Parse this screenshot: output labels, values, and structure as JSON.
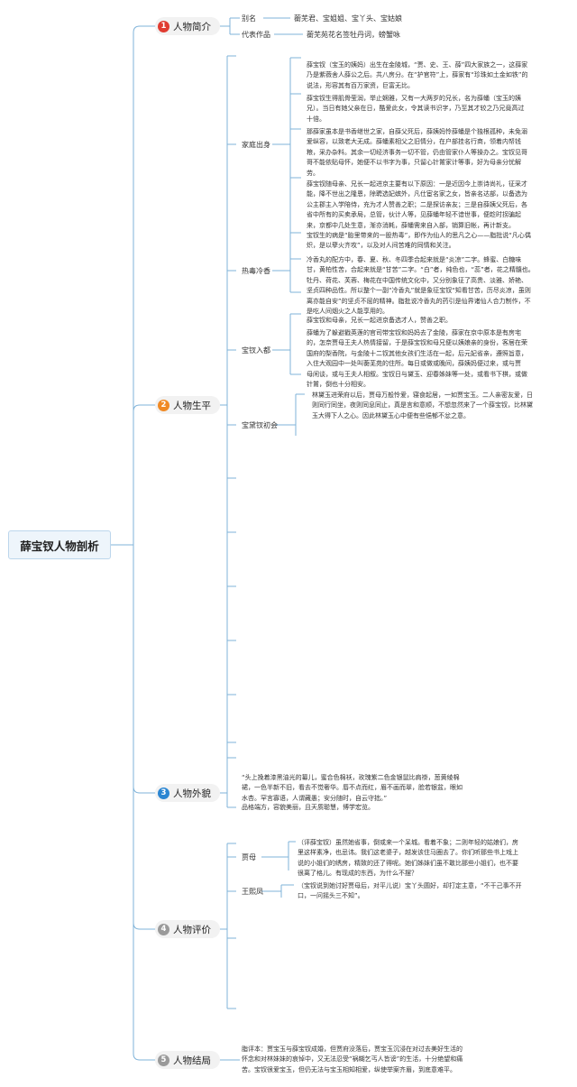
{
  "title": "薛宝钗人物剖析",
  "sections": [
    {
      "number": "1",
      "label": "人物简介",
      "color": "#e03c31"
    },
    {
      "number": "2",
      "label": "人物生平",
      "color": "#f08a24"
    },
    {
      "number": "3",
      "label": "人物外貌",
      "color": "#2b86d2"
    },
    {
      "number": "4",
      "label": "人物评价",
      "color": "#9a9a9a"
    },
    {
      "number": "5",
      "label": "人物结局",
      "color": "#9a9a9a"
    }
  ],
  "intro": {
    "alias_label": "别名",
    "alias_value": "蘅芜君、宝姐姐、宝丫头、宝姑娘",
    "works_label": "代表作品",
    "works_value": "蘅芜苑花名签牡丹词，螃蟹咏"
  },
  "life": {
    "family_label": "家庭出身",
    "family_paras": [
      "薛宝钗（宝玉的姨妈）出生在金陵城，“贾、史、王、薛”四大家族之一，这薛家\n乃是紫薇舍人薛公之后。共八房分。在“护官符”上，薛家有“珍珠如土金如铁”的\n说法，形容其有百万家资，巨富无比。",
      "薛宝钗生得肌骨莹润，举止娴雅，又有一大两岁的兄长，名为薛蟠（宝玉的姨\n兄）。当日有她父亲在日，酷爱此女，令其读书识字，乃至其才较之乃兄竟高过\n十倍。",
      "那薛家虽本是书香继世之家，自薛父死后，薛姨妈怜薛蟠是个独根孤种，未免溺\n爱纵容，以致老大无成。薛蟠素相父之旧情分，在户部挂名行商，领着内帑钱\n粮，采办杂料。其余一切经济事务一切不管，仍由管家仆人等操办之。宝钗见哥\n哥不能依贴母怀，她便不以书字为事，只留心针黹家计等事，好为母亲分忧解\n劳。",
      "薛宝钗随母亲、兄长一起进京主要有以下原因：一是近因今上崇诗尚礼，征采才\n能，降不世出之隆恩，除聘选妃嫔外，凡仕宦名家之女，皆亲名达部，以备选为\n公主郡主入学陪侍，充为才人赞善之职；二是探访亲友；三是自薛姨父死后，各\n省中所有的买卖承局，总管，伙计人等，见薛蟠年轻不谙世事，便趁时拐骗起\n来，京都中几处生意，渐亦消耗，薛蟠需来自入部，销算旧帐，再计新支。"
    ],
    "poison_label": "热毒冷香",
    "poison_paras": [
      "宝钗生的病是“胎里带来的一股热毒”，即作为仙人的思凡之心——脂批说“凡心偶\n炽，是以孽火齐攻”，以及对人间苦难的同情和关注。",
      "冷香丸的配方中，春、夏、秋、冬四季合起来就是“炎凉”二字。蜂蜜、白糖味\n甘，黄柏性苦，合起来就是“甘苦”二字。“白”者，纯色也，“蕊”者，花之精髓也。\n牡丹、荷花、芙蓉、梅花在中国传统文化中，又分别象征了高贵、淡雅、娇艳、\n坚贞四种品性。所以整个一副“冷香丸”就是象征宝钗“知看甘苦，历尽炎凉，虽则\n离亦能自安”的坚贞不屈的精神。脂批说冷香丸的药引是仙界诸仙人合力制作，不\n是吃人间烟火之人能享用的。"
    ],
    "jiafu_label": "宝钗入都",
    "jiafu_paras": [
      "薛宝钗和母亲，兄长一起进京备选才人，赞善之职。",
      "薛蟠为了躲避戳英莲的官司带宝钗和妈妈去了金陵，薛家在京中原本是有房宅\n的，怎奈贾母王夫人热情接留，于是薛宝钗和母兄便以姨娘亲的身份，客居在荣\n国府的梨香院，与金陵十二钗其他女孩们生活在一起，后元妃省亲，遵照旨意，\n入住大观园中一处叫蘅芜苑的住所。每日或做或晚间，薛姨妈便过来，或与贾\n母闲谈，或与王夫人相叙。宝钗日与黛玉、迎春姊妹等一处，或看书下棋，或做\n针黹，倒也十分相安。"
    ],
    "daiyu_label": "宝黛钗初会",
    "daiyu_paras": [
      "林黛玉进荣府以后，贾母万般怜爱，寝食起居，一如贾宝玉。二人亲密友爱，日\n则同行同坐，夜则同息同止，真是言和意顺，不想忽然来了一个薛宝钗，比林黛\n玉大得下人之心。因此林黛玉心中便有些悒郁不忿之意。"
    ]
  },
  "appearance": {
    "quote": "“头上挽着漆黑油光的纂儿，蜜合色棉袄，玫瑰紫二色金银鼠比肩褂，葱黄绫棉\n裙，一色半新不旧，看去不觉奢华。唇不点而红，眉不画而翠，脸若银盆，眼如\n水杏。罕言寡语，人谓藏愚；安分随时，自云守拙。”",
    "summary": "品格端方，容貌美丽，且天质聪慧，博学宏览。"
  },
  "evaluation": {
    "jiamu_label": "贾母",
    "jiamu_text": "（评薛宝钗）虽然她省事，倒或来一个呆城。看着不象；二则年轻的姑娘们，房\n里这样素净，也忌讳。我们这老婆子，越发该住马圈去了。你们听那些书上戏上\n说的小姐们的绣房，精致的还了得呢。她们姊妹们虽不敢比那些小姐们，也不要\n很离了格儿。有现成的东西，为什么不摆？",
    "wang_label": "王熙凤",
    "wang_text": "（宝钗说到她讨好贾母后，对平儿说）宝丫头圆好，却打定主意，“不干己事不开\n口，一问摇头三不知”。"
  },
  "ending": {
    "text": "脂评本：贾宝玉与薛宝钗成婚，但贾府没落后，贾宝玉沉浸在对过去美好生活的\n怀念和对林妹妹的哀悼中，又无法忍受“祸糊乞丐人皆谤”的生活，十分绝望和痛\n苦。宝钗很爱宝玉，但仍无法与宝玉相知相爱，纵使举案齐眉，到底意难平。"
  }
}
